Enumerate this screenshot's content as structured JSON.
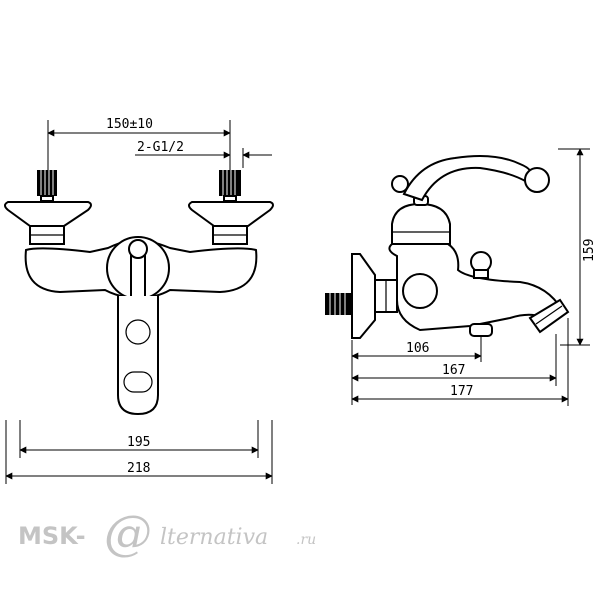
{
  "front_view": {
    "dim_center_spacing": "150±10",
    "dim_thread": "2-G1/2",
    "dim_inner_width": "195",
    "dim_overall_width": "218"
  },
  "side_view": {
    "dim_spout_reach": "106",
    "dim_spout_total": "167",
    "dim_overall_depth": "177",
    "dim_height": "159"
  },
  "watermark": {
    "brand_prefix": "MSK-",
    "brand_at": "@",
    "brand_suffix": "lternativa",
    "brand_tld": ".ru"
  },
  "colors": {
    "line": "#000000",
    "watermark": "#c4c4c4",
    "background": "#ffffff"
  }
}
